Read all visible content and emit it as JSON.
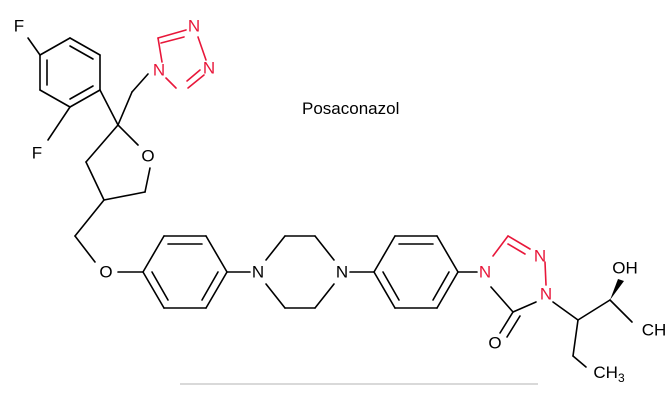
{
  "compound": {
    "name": "Posaconazol"
  },
  "atoms": {
    "f_top": "F",
    "f_left": "F",
    "thf_o": "O",
    "ether_o": "O",
    "pip_n1": "N",
    "pip_n2": "N",
    "tri1_n1": "N",
    "tri1_n2": "N",
    "tri1_n3": "N",
    "tri2_n1": "N",
    "tri2_n2": "N",
    "tri2_n3": "N",
    "carbonyl_o": "O",
    "hydroxyl": "OH",
    "methyl_c": "CH",
    "ethyl_ch": "CH",
    "ethyl_sub": "3"
  },
  "colors": {
    "bond": "#000000",
    "heteroatom": "#e8173a",
    "text": "#000000",
    "baseline": "#d9d9d9"
  }
}
